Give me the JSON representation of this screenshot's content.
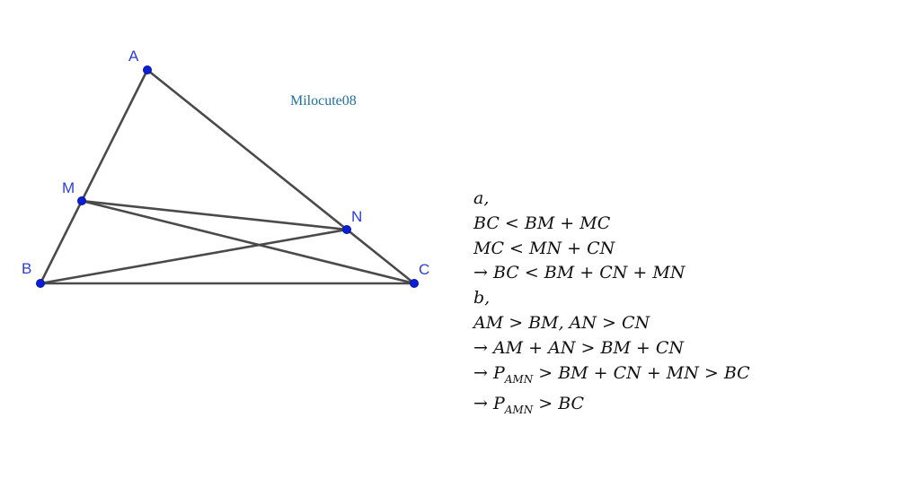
{
  "watermark": "Milocute08",
  "points": [
    {
      "id": "A",
      "label": "A"
    },
    {
      "id": "B",
      "label": "B"
    },
    {
      "id": "C",
      "label": "C"
    },
    {
      "id": "M",
      "label": "M"
    },
    {
      "id": "N",
      "label": "N"
    }
  ],
  "segments": [
    [
      "A",
      "B"
    ],
    [
      "A",
      "C"
    ],
    [
      "B",
      "C"
    ],
    [
      "M",
      "N"
    ],
    [
      "M",
      "C"
    ],
    [
      "B",
      "N"
    ]
  ],
  "proof": {
    "part_a": "a,",
    "part_a_lines": [
      "BC < BM + MC",
      "MC < MN + CN",
      "→ BC < BM + CN + MN"
    ],
    "part_b": "b,",
    "part_b_lines": [
      "AM > BM, AN > CN",
      "→ AM + AN > BM + CN"
    ],
    "perimeter_line_1": {
      "prefix": "→ P",
      "sub": "AMN",
      "suffix": " > BM + CN + MN > BC"
    },
    "perimeter_line_2": {
      "prefix": "→ P",
      "sub": "AMN",
      "suffix": " > BC"
    }
  },
  "colors": {
    "point": "#0a1fd6",
    "label": "#2c3ed8",
    "segment": "#4a4a4a",
    "watermark": "#1c6f9e"
  }
}
